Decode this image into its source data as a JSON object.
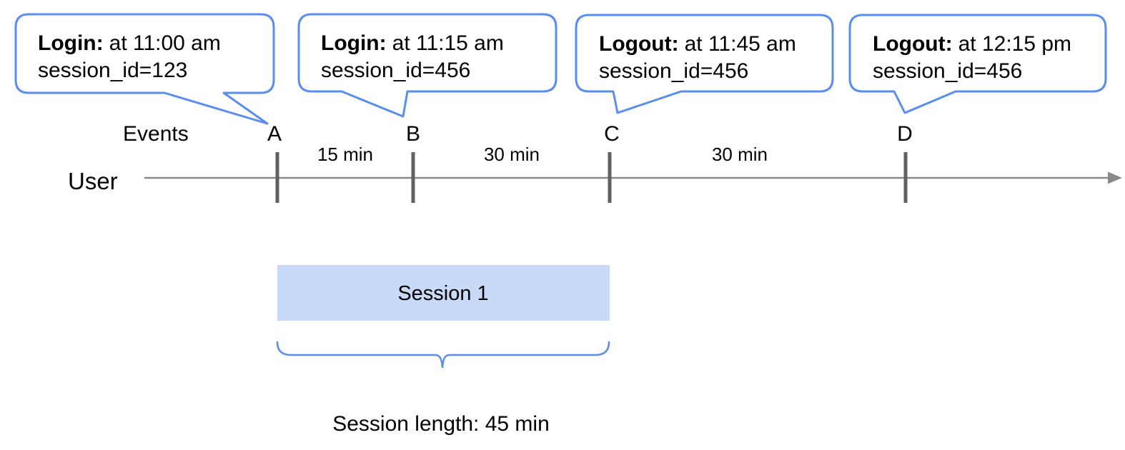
{
  "callouts": [
    {
      "event": "A",
      "prefix": "Login:",
      "detail": "at 11:00 am",
      "session_line": "session_id=123"
    },
    {
      "event": "B",
      "prefix": "Login:",
      "detail": "at 11:15 am",
      "session_line": "session_id=456"
    },
    {
      "event": "C",
      "prefix": "Logout:",
      "detail": "at 11:45 am",
      "session_line": "session_id=456"
    },
    {
      "event": "D",
      "prefix": "Logout:",
      "detail": "at 12:15 pm",
      "session_line": "session_id=456"
    }
  ],
  "timeline": {
    "events_row_label": "Events",
    "series_label": "User",
    "event_marks": [
      "A",
      "B",
      "C",
      "D"
    ],
    "intervals": [
      {
        "label": "15 min"
      },
      {
        "label": "30 min"
      },
      {
        "label": "30 min"
      }
    ]
  },
  "session": {
    "box_label": "Session 1",
    "caption": "Session length: 45 min"
  },
  "colors": {
    "callout_border": "#5b8def",
    "session_fill": "#c9daf8",
    "axis_line": "#8a8a8a",
    "event_tick": "#616161",
    "text": "#000000"
  }
}
